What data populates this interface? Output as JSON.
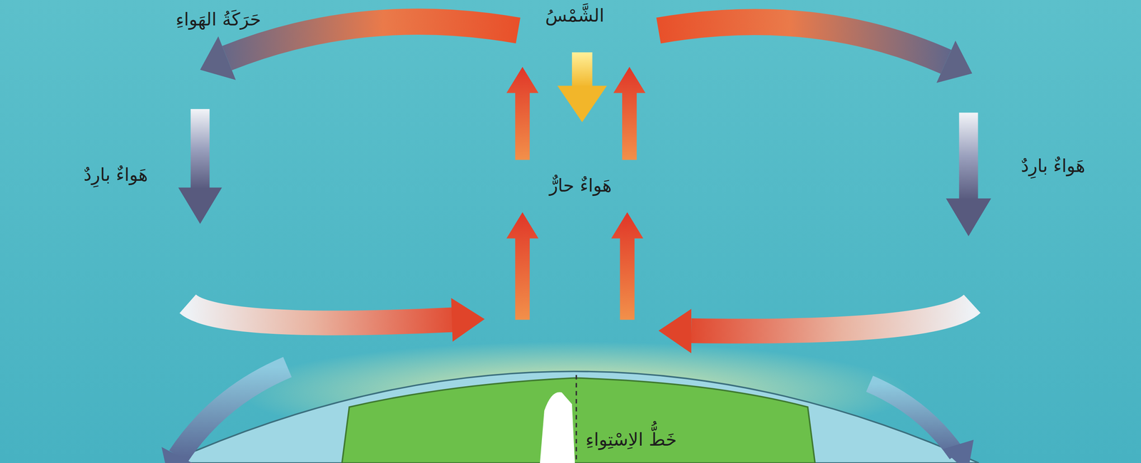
{
  "diagram": {
    "labels": [
      "الشَّمْسُ",
      "حَرَكَةُ الهَواءِ",
      "هَواءٌ بارِدٌ",
      "هَواءٌ حارٌّ",
      "هَواءٌ بارِدٌ",
      "خَطُّ الاِسْتِواءِ"
    ]
  }
}
